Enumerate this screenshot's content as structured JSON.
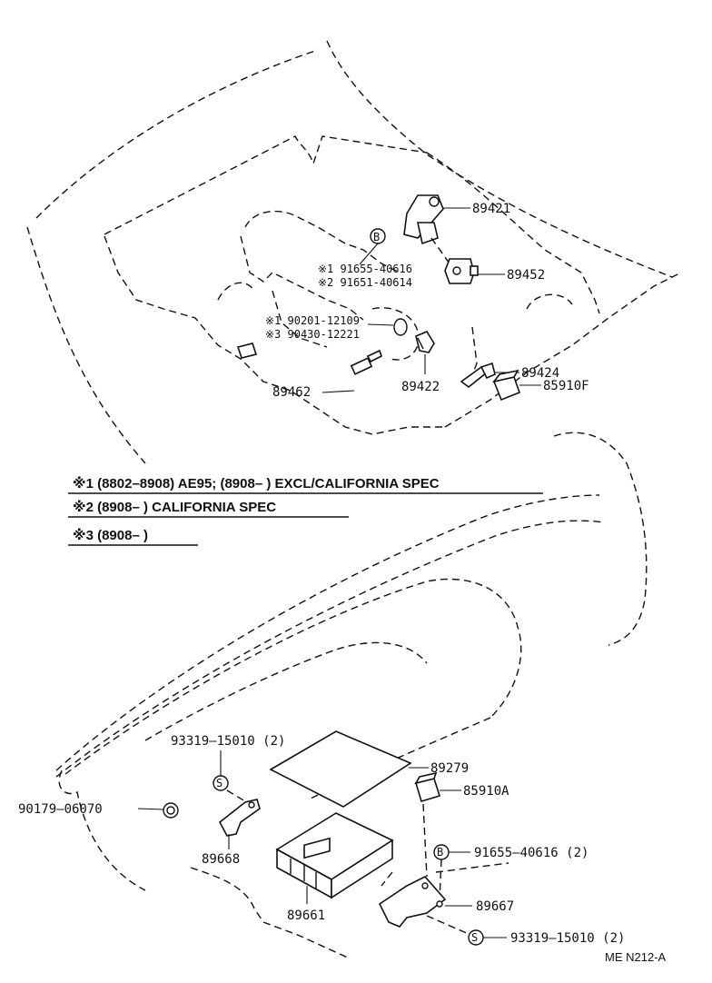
{
  "engine_labels": {
    "p89421": "89421",
    "p89452": "89452",
    "p89424": "89424",
    "p85910F": "85910F",
    "p89422": "89422",
    "p89462": "89462",
    "c91655_40616": "※1 91655-40616",
    "c91651_40614": "※2 91651-40614",
    "c90201_12109": "※1 90201-12109",
    "c90430_12221": "※3 90430-12221",
    "circle_b": "B"
  },
  "notes": {
    "n1": "※1 (8802–8908) AE95; (8908–        ) EXCL/CALIFORNIA SPEC",
    "n2": "※2 (8908–        ) CALIFORNIA SPEC",
    "n3": "※3 (8908–        )"
  },
  "dash_labels": {
    "p93319_top": "93319–15010 (2)",
    "p89279": "89279",
    "p85910A": "85910A",
    "p90179": "90179–06070",
    "p91655_bottom": "91655–40616 (2)",
    "p89668": "89668",
    "p89667": "89667",
    "p89661": "89661",
    "p93319_bottom": "93319–15010 (2)",
    "circle_s": "S",
    "circle_b": "B"
  },
  "figure_ref": "ME  N212-A"
}
